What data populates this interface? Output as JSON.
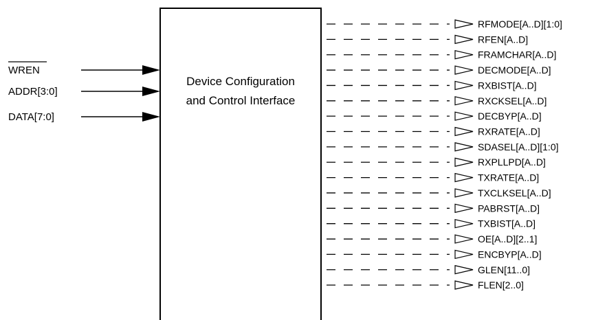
{
  "block": {
    "line1": "Device Configuration",
    "line2": "and Control Interface"
  },
  "inputs": [
    {
      "label": "WREN",
      "overbar": true
    },
    {
      "label": "ADDR[3:0]",
      "overbar": false
    },
    {
      "label": "DATA[7:0]",
      "overbar": false
    }
  ],
  "outputs": [
    "RFMODE[A..D][1:0]",
    "RFEN[A..D]",
    "FRAMCHAR[A..D]",
    "DECMODE[A..D]",
    "RXBIST[A..D]",
    "RXCKSEL[A..D]",
    "DECBYP[A..D]",
    "RXRATE[A..D]",
    "SDASEL[A..D][1:0]",
    "RXPLLPD[A..D]",
    "TXRATE[A..D]",
    "TXCLKSEL[A..D]",
    "PABRST[A..D]",
    "TXBIST[A..D]",
    "OE[A..D][2..1]",
    "ENCBYP[A..D]",
    "GLEN[11..0]",
    "FLEN[2..0]"
  ]
}
